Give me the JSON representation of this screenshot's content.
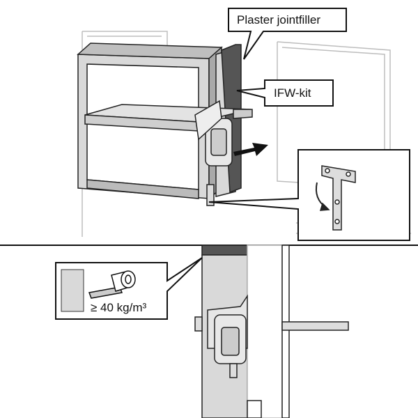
{
  "callouts": {
    "plaster": "Plaster jointfiller",
    "ifw": "IFW-kit",
    "density": "≥ 40 kg/m³"
  },
  "colors": {
    "frame": "#d9d9d9",
    "dark": "#555555",
    "line": "#222222",
    "ghost": "#bdbdbd"
  }
}
